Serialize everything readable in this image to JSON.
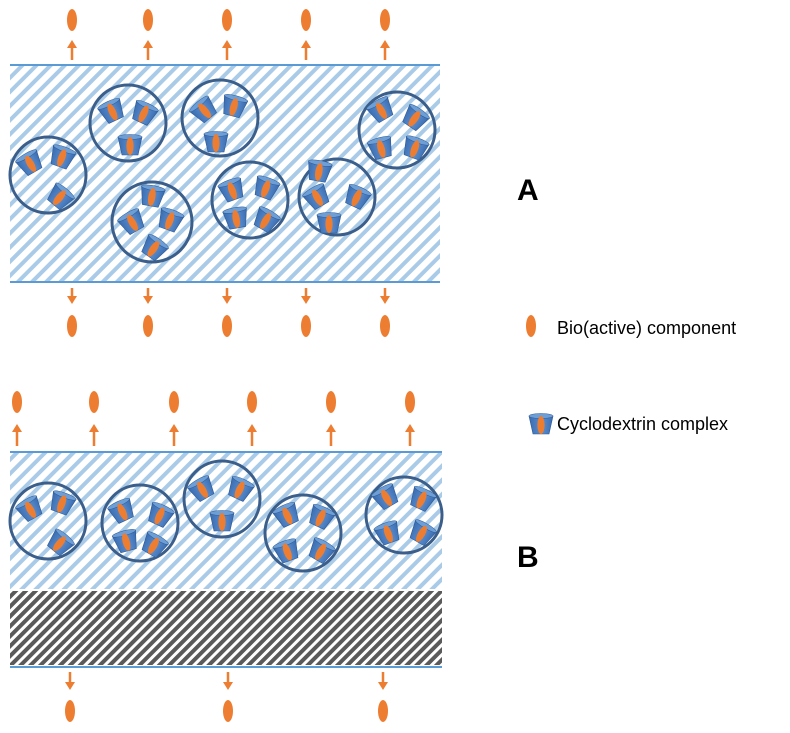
{
  "panels": [
    {
      "id": "A",
      "label": "A"
    },
    {
      "id": "B",
      "label": "B"
    }
  ],
  "legend": {
    "bioactive_label": "Bio(active) component",
    "complex_label": "Cyclodextrin complex"
  },
  "colors": {
    "bioactive": "#ED7D31",
    "complex": "#4A7EC0",
    "capsule_outline": "#3B5F8A",
    "film_hatch": "#9DC3E6",
    "film_border": "#5B9BD5",
    "barrier_hatch": "#555555"
  },
  "icons": {
    "bioactive": "orange-ellipse-icon",
    "complex": "truncated-cone-icon",
    "release": "arrow-icon"
  }
}
